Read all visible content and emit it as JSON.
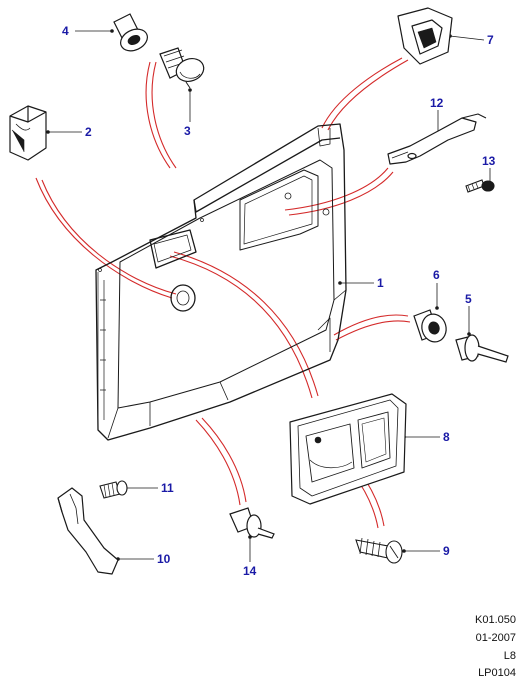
{
  "callouts": {
    "c1": "1",
    "c2": "2",
    "c3": "3",
    "c4": "4",
    "c5": "5",
    "c6": "6",
    "c7": "7",
    "c8": "8",
    "c9": "9",
    "c10": "10",
    "c11": "11",
    "c12": "12",
    "c13": "13",
    "c14": "14"
  },
  "reference": {
    "code": "K01.050",
    "date": "01-2007",
    "model": "L8",
    "page": "LP0104"
  },
  "colors": {
    "callout_text": "#1a1aa6",
    "leader_red": "#d42a2a",
    "outline": "#1a1a1a"
  }
}
